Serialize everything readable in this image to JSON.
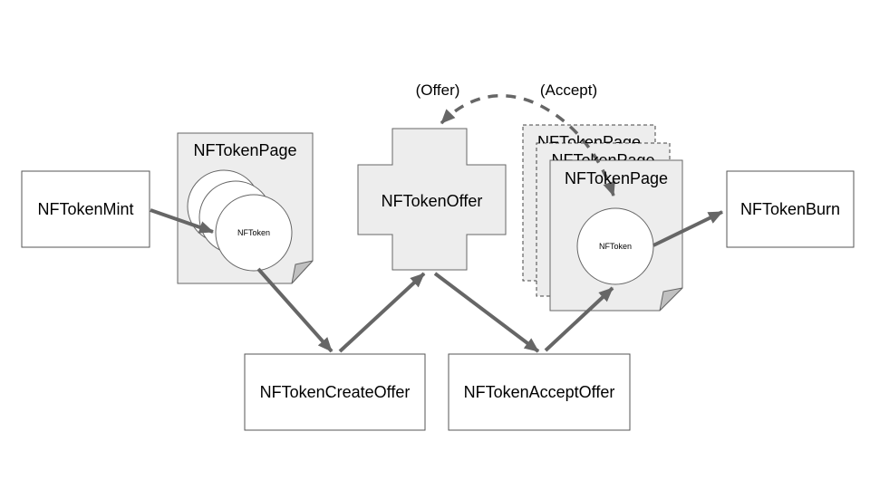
{
  "nodes": {
    "mint": {
      "label": "NFTokenMint"
    },
    "create_offer": {
      "label": "NFTokenCreateOffer"
    },
    "accept_offer": {
      "label": "NFTokenAcceptOffer"
    },
    "burn": {
      "label": "NFTokenBurn"
    },
    "offer": {
      "label": "NFTokenOffer"
    },
    "page_left": {
      "title": "NFTokenPage",
      "token_label": "NFToken"
    },
    "page_stack": {
      "back_title": "NFTokenPage",
      "middle_title": "NFTokenPage",
      "front_title": "NFTokenPage",
      "token_label": "NFToken"
    }
  },
  "annotations": {
    "offer_label": "(Offer)",
    "accept_label": "(Accept)"
  },
  "colors": {
    "background": "#ffffff",
    "page_fill": "#ededed",
    "page_stroke": "#666666",
    "dashed_page_stroke": "#444444",
    "box_fill": "#ffffff",
    "box_stroke": "#565656",
    "arrow": "#666666",
    "fold_fill": "#c0c0c0",
    "text": "#000000"
  }
}
